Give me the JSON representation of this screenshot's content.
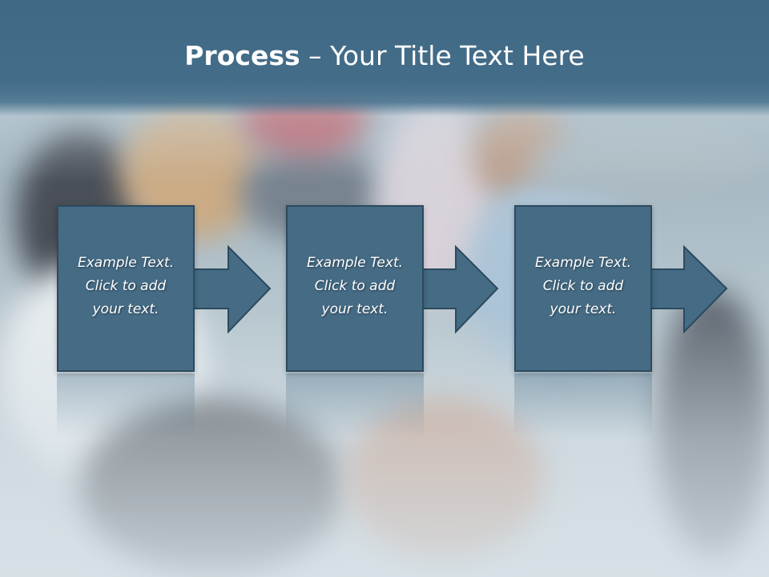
{
  "slide": {
    "title_bold": "Process",
    "title_rest": " – Your Title Text Here"
  },
  "steps": [
    {
      "line1": "Example Text.",
      "line2": "Click  to add",
      "line3": "your text."
    },
    {
      "line1": "Example Text.",
      "line2": "Click  to add",
      "line3": "your text."
    },
    {
      "line1": "Example Text.",
      "line2": "Click  to add",
      "line3": "your text."
    }
  ],
  "colors": {
    "title_bar": "#436d89",
    "box_fill": "#456b85",
    "box_border": "#2c4a5e",
    "text": "#ffffff"
  }
}
